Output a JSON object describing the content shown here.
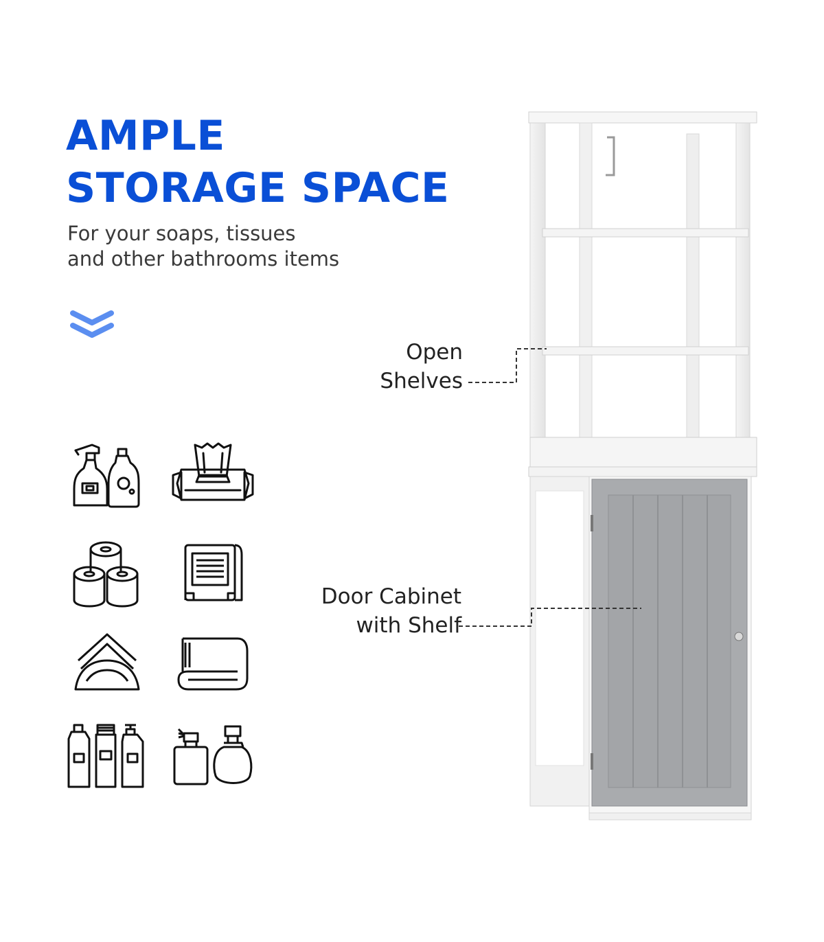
{
  "headline": {
    "line1": "AMPLE",
    "line2": "STORAGE SPACE"
  },
  "subtitle": {
    "line1": "For your soaps, tissues",
    "line2": "and other bathrooms items"
  },
  "callouts": {
    "open_shelves": {
      "line1": "Open",
      "line2": "Shelves"
    },
    "door_cabinet": {
      "line1": "Door Cabinet",
      "line2": "with Shelf"
    }
  },
  "icons": [
    "spray-bottles-icon",
    "wet-wipes-icon",
    "toilet-paper-icon",
    "tissue-box-icon",
    "napkin-holder-icon",
    "folded-towel-icon",
    "toiletry-bottles-icon",
    "perfume-bottles-icon"
  ],
  "colors": {
    "accent": "#0a4fd6",
    "chevron": "#5b8ef0",
    "door_gray": "#a9abae",
    "text": "#3a3a3a"
  }
}
